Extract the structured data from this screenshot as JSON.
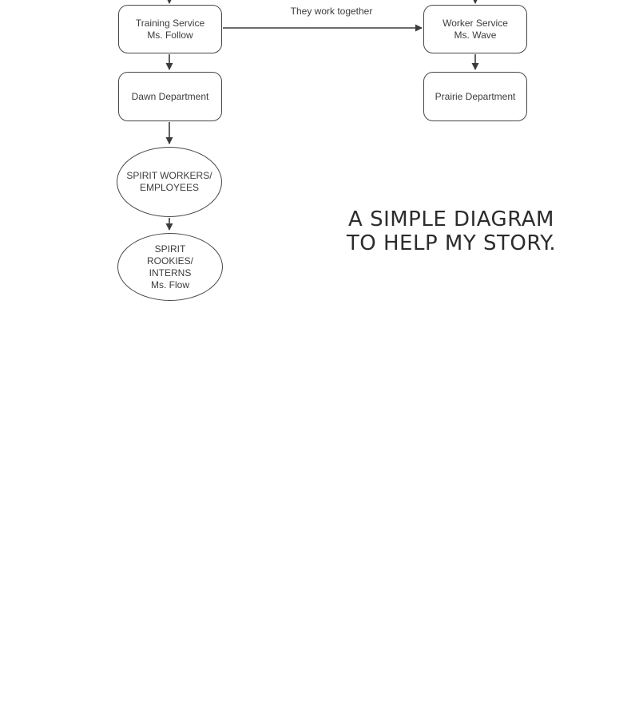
{
  "colors": {
    "background": "#ffffff",
    "line": "#3b3b3b",
    "node_border": "#474747",
    "node_text": "#3c3c3c",
    "caption_text": "#2c2c2c"
  },
  "diagram": {
    "edge_label": "They work together",
    "nodes": [
      {
        "id": "training-service",
        "shape": "rounded-rect",
        "label": "Training Service\nMs. Follow"
      },
      {
        "id": "worker-service",
        "shape": "rounded-rect",
        "label": "Worker Service\nMs. Wave"
      },
      {
        "id": "dawn-department",
        "shape": "rounded-rect",
        "label": "Dawn Department"
      },
      {
        "id": "prairie-department",
        "shape": "rounded-rect",
        "label": "Prairie Department"
      },
      {
        "id": "spirit-workers",
        "shape": "ellipse",
        "label": "SPIRIT WORKERS/\nEMPLOYEES"
      },
      {
        "id": "spirit-rookies",
        "shape": "ellipse",
        "label": "SPIRIT\nROOKIES/\nINTERNS\nMs. Flow"
      }
    ],
    "connections": [
      {
        "from": "offscreen-top",
        "to": "training-service",
        "type": "arrow"
      },
      {
        "from": "offscreen-top",
        "to": "worker-service",
        "type": "arrow"
      },
      {
        "from": "training-service",
        "to": "worker-service",
        "type": "arrow",
        "label": "They work together"
      },
      {
        "from": "training-service",
        "to": "dawn-department",
        "type": "arrow"
      },
      {
        "from": "worker-service",
        "to": "prairie-department",
        "type": "arrow"
      },
      {
        "from": "dawn-department",
        "to": "spirit-workers",
        "type": "arrow"
      },
      {
        "from": "spirit-workers",
        "to": "spirit-rookies",
        "type": "arrow"
      }
    ]
  },
  "caption": {
    "text": "A SIMPLE DIAGRAM\nTO HELP MY STORY."
  }
}
